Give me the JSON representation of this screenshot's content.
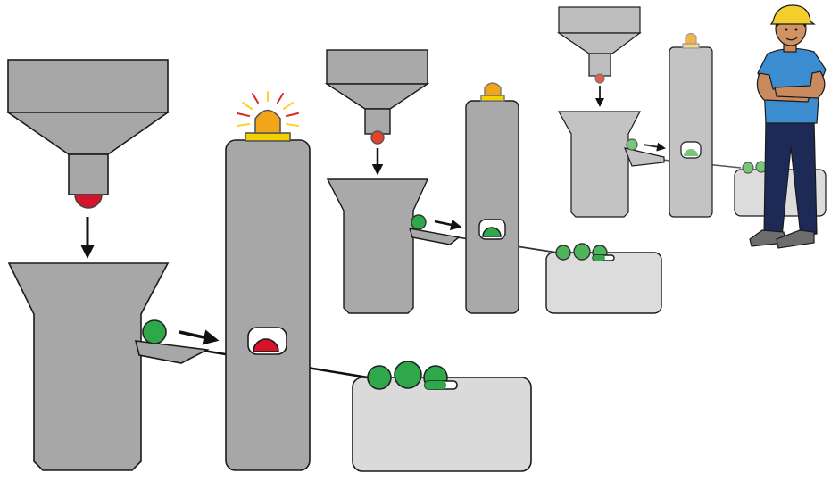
{
  "diagram": {
    "colors": {
      "machine_gray": "#a7a7a7",
      "machine_gray_far": "#bcbcbc",
      "bin_gray": "#dadada",
      "outline": "#1a1a1a",
      "ball_red": "#d6132b",
      "nozzle_red": "#e8412a",
      "ball_green": "#2ea84a",
      "ball_green_light": "#6cc36a",
      "beacon_orange": "#f2a41b",
      "beacon_base": "#f4d000",
      "alarm_ray_yellow": "#f7d52f",
      "alarm_ray_red": "#d72b2b",
      "arrow": "#111111",
      "shirt_blue": "#3d8fd1",
      "jeans": "#1c2a55",
      "helmet": "#f3cf2b",
      "skin": "#c98b5e",
      "shoes": "#6b6b6b"
    },
    "icons": {
      "alarm": "flashing-beacon-icon",
      "sensor": "sensor-window-icon",
      "worker": "worker-with-hard-hat"
    },
    "stations": [
      {
        "name": "sorting-station-front",
        "beacon_state": "alarm",
        "sensor_ball": "red",
        "good_balls_in_bin": 3
      },
      {
        "name": "sorting-station-middle",
        "beacon_state": "idle",
        "sensor_ball": "green",
        "good_balls_in_bin": 3
      },
      {
        "name": "sorting-station-back",
        "beacon_state": "idle",
        "sensor_ball": "green",
        "good_balls_in_bin": 2
      }
    ]
  }
}
